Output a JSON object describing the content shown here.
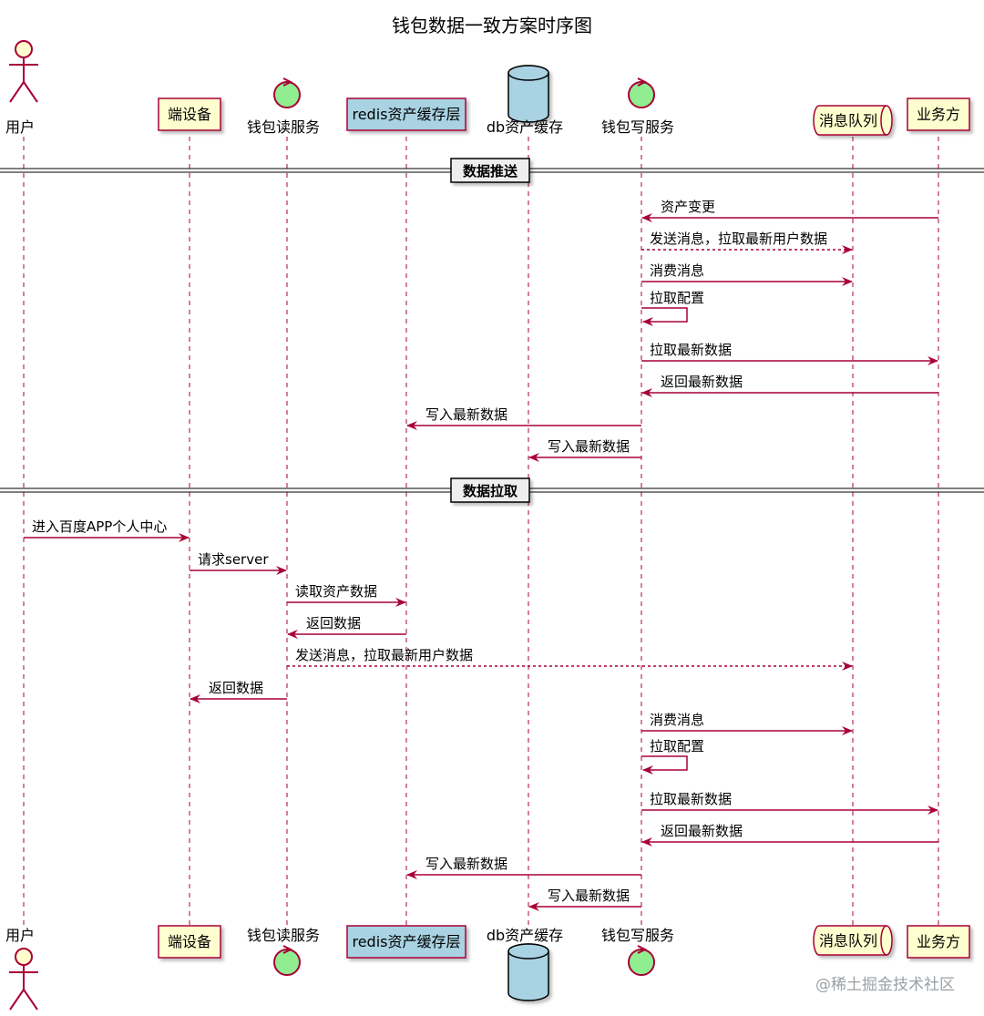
{
  "title": "钱包数据一致方案时序图",
  "watermark": "@稀土掘金技术社区",
  "colors": {
    "arrow": "#a80036",
    "box_fill": "#fefece",
    "queue_fill": "#fefece",
    "db_fill": "#a9d3e3",
    "cache_fill": "#a9d3e3",
    "control_fill": "#90ee90",
    "divider_fill": "#eeeeee"
  },
  "participants": [
    {
      "id": "user",
      "label": "用户",
      "kind": "actor",
      "icon": "actor-icon"
    },
    {
      "id": "device",
      "label": "端设备",
      "kind": "box"
    },
    {
      "id": "read_svc",
      "label": "钱包读服务",
      "kind": "control",
      "icon": "control-icon"
    },
    {
      "id": "redis",
      "label": "redis资产缓存层",
      "kind": "blue-box"
    },
    {
      "id": "db",
      "label": "db资产缓存",
      "kind": "database",
      "icon": "database-icon"
    },
    {
      "id": "write_svc",
      "label": "钱包写服务",
      "kind": "control",
      "icon": "control-icon"
    },
    {
      "id": "mq",
      "label": "消息队列",
      "kind": "queue",
      "icon": "queue-icon"
    },
    {
      "id": "biz",
      "label": "业务方",
      "kind": "box"
    }
  ],
  "sections": [
    {
      "label": "数据推送"
    },
    {
      "label": "数据拉取"
    }
  ],
  "messages": [
    {
      "from": "biz",
      "to": "write_svc",
      "label": "资产变更",
      "style": "solid"
    },
    {
      "from": "write_svc",
      "to": "mq",
      "label": "发送消息，拉取最新用户数据",
      "style": "dashed"
    },
    {
      "from": "write_svc",
      "to": "mq",
      "label": "消费消息",
      "style": "solid"
    },
    {
      "from": "write_svc",
      "to": "write_svc",
      "label": "拉取配置",
      "style": "self"
    },
    {
      "from": "write_svc",
      "to": "biz",
      "label": "拉取最新数据",
      "style": "solid"
    },
    {
      "from": "biz",
      "to": "write_svc",
      "label": "返回最新数据",
      "style": "solid"
    },
    {
      "from": "write_svc",
      "to": "redis",
      "label": "写入最新数据",
      "style": "solid"
    },
    {
      "from": "write_svc",
      "to": "db",
      "label": "写入最新数据",
      "style": "solid"
    },
    {
      "from": "user",
      "to": "device",
      "label": "进入百度APP个人中心",
      "style": "solid"
    },
    {
      "from": "device",
      "to": "read_svc",
      "label": "请求server",
      "style": "solid"
    },
    {
      "from": "read_svc",
      "to": "redis",
      "label": "读取资产数据",
      "style": "solid"
    },
    {
      "from": "redis",
      "to": "read_svc",
      "label": "返回数据",
      "style": "solid"
    },
    {
      "from": "read_svc",
      "to": "mq",
      "label": "发送消息，拉取最新用户数据",
      "style": "dashed"
    },
    {
      "from": "read_svc",
      "to": "device",
      "label": "返回数据",
      "style": "solid"
    },
    {
      "from": "write_svc",
      "to": "mq",
      "label": "消费消息",
      "style": "solid"
    },
    {
      "from": "write_svc",
      "to": "write_svc",
      "label": "拉取配置",
      "style": "self"
    },
    {
      "from": "write_svc",
      "to": "biz",
      "label": "拉取最新数据",
      "style": "solid"
    },
    {
      "from": "biz",
      "to": "write_svc",
      "label": "返回最新数据",
      "style": "solid"
    },
    {
      "from": "write_svc",
      "to": "redis",
      "label": "写入最新数据",
      "style": "solid"
    },
    {
      "from": "write_svc",
      "to": "db",
      "label": "写入最新数据",
      "style": "solid"
    }
  ]
}
